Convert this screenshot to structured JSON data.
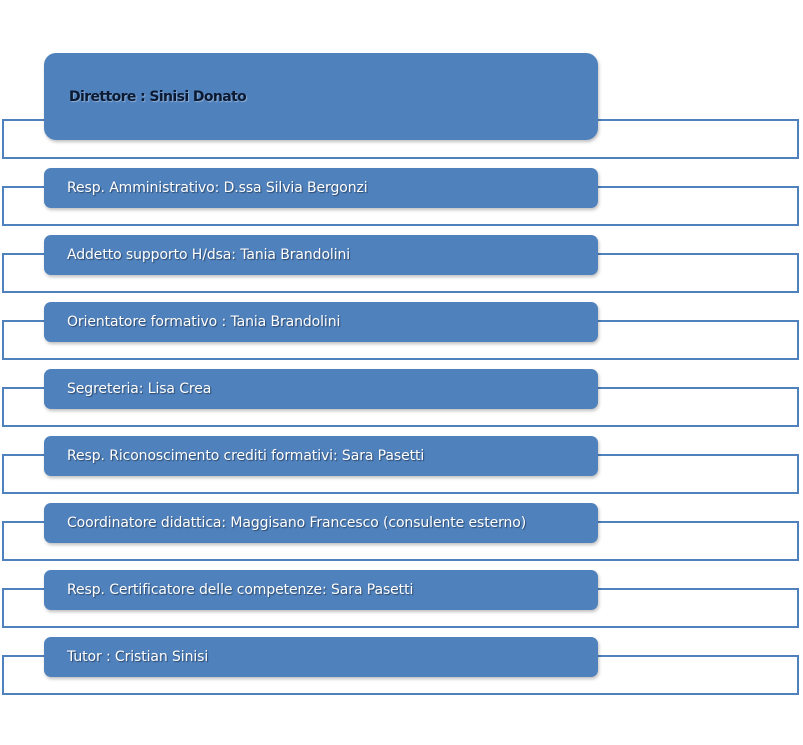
{
  "diagram": {
    "director": "Direttore : Sinisi Donato",
    "roles": [
      "Resp. Amministrativo: D.ssa Silvia Bergonzi",
      "Addetto supporto H/dsa: Tania Brandolini",
      "Orientatore formativo : Tania Brandolini",
      "Segreteria:  Lisa Crea",
      "Resp. Riconoscimento crediti formativi: Sara Pasetti",
      "Coordinatore didattica: Maggisano Francesco (consulente esterno)",
      "Resp. Certificatore delle competenze: Sara Pasetti",
      "Tutor : Cristian Sinisi"
    ]
  },
  "colors": {
    "box_fill": "#4F81BD",
    "frame_border": "#4F81BD",
    "director_text": "#0b1a33",
    "role_text": "#ffffff"
  }
}
